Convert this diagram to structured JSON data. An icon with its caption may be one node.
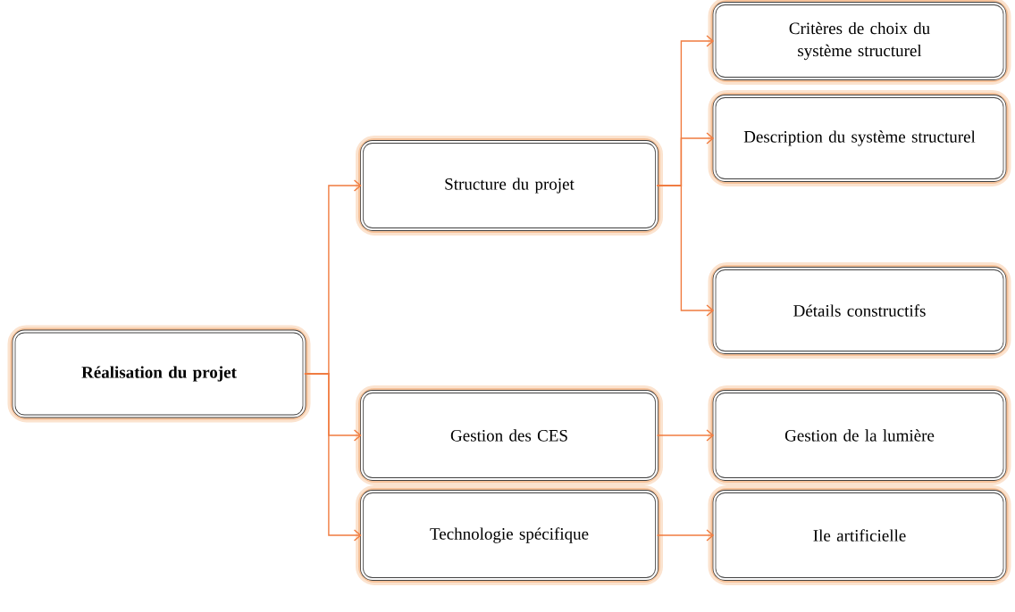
{
  "diagram": {
    "nodes": [
      {
        "text": [
          "Réalisation du projet"
        ]
      },
      {
        "text": [
          "Structure du projet"
        ]
      },
      {
        "text": [
          "Gestion des CES"
        ]
      },
      {
        "text": [
          "Technologie spécifique"
        ]
      },
      {
        "text": [
          "Critères de choix du système structurel"
        ]
      },
      {
        "text": [
          "Description du système structurel"
        ]
      },
      {
        "text": [
          "Détails constructifs"
        ]
      },
      {
        "text": [
          "Gestion de la lumière"
        ]
      },
      {
        "text": [
          "Ile artificielle"
        ]
      }
    ],
    "edges": [
      {
        "from": 0,
        "to": 1,
        "arrow": "to"
      },
      {
        "from": 0,
        "to": 2,
        "arrow": "to"
      },
      {
        "from": 0,
        "to": 3,
        "arrow": "to"
      },
      {
        "from": 1,
        "to": 4,
        "arrow": "to"
      },
      {
        "from": 1,
        "to": 5,
        "arrow": "to"
      },
      {
        "from": 1,
        "to": 6,
        "arrow": "to"
      },
      {
        "from": 2,
        "to": 7,
        "arrow": "to"
      },
      {
        "from": 3,
        "to": 8,
        "arrow": "to"
      }
    ]
  }
}
